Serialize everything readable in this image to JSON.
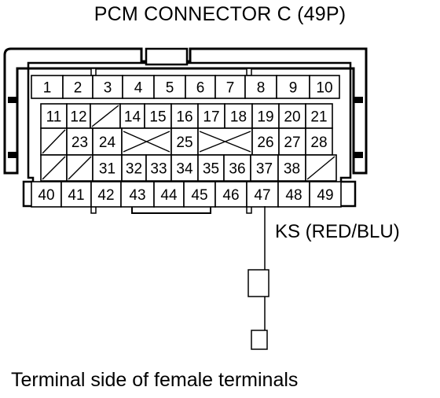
{
  "title": "PCM CONNECTOR C (49P)",
  "caption": "Terminal side of female terminals",
  "wire_label": "KS (RED/BLU)",
  "highlight_terminal": "47",
  "rows": [
    [
      "1",
      "2",
      "3",
      "4",
      "5",
      "6",
      "7",
      "8",
      "9",
      "10"
    ],
    [
      "11",
      "12",
      "/",
      "14",
      "15",
      "16",
      "17",
      "18",
      "19",
      "20",
      "21"
    ],
    [
      "/",
      "23",
      "24",
      "X",
      "25",
      "X",
      "26",
      "27",
      "28"
    ],
    [
      "/",
      "/",
      "31",
      "32",
      "33",
      "34",
      "35",
      "36",
      "37",
      "38",
      "/"
    ],
    [
      "40",
      "41",
      "42",
      "43",
      "44",
      "45",
      "46",
      "47",
      "48",
      "49"
    ]
  ]
}
